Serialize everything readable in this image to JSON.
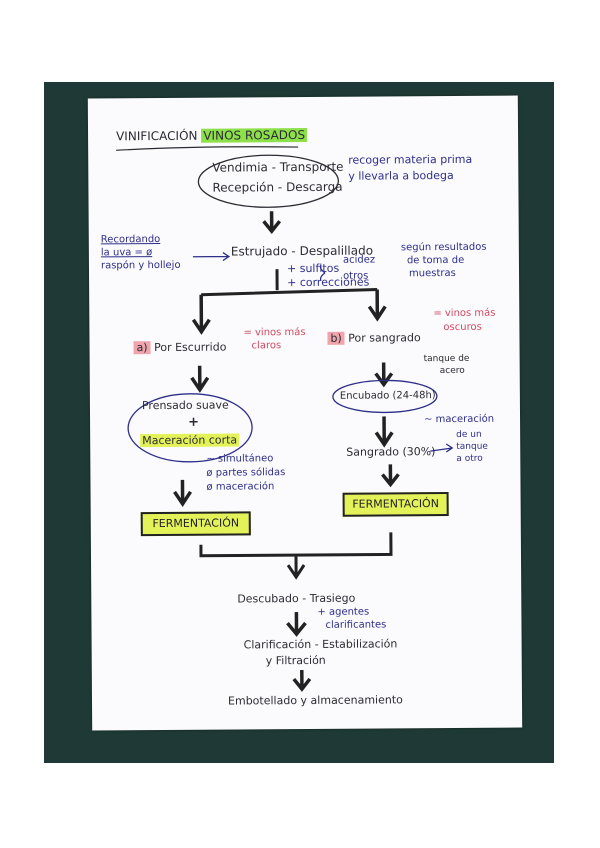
{
  "title": {
    "prefix": "VINIFICACIÓN",
    "highlight": "VINOS ROSADOS"
  },
  "top_oval": {
    "line1": "Vendimia - Transporte",
    "line2": "Recepción - Descarga"
  },
  "top_note": {
    "line1": "recoger materia prima",
    "line2": "y llevarla a bodega"
  },
  "left_note": {
    "line1": "Recordando",
    "line2": "la uva = ø",
    "line3": "raspón y hollejo"
  },
  "estrujado": "Estrujado - Despalillado",
  "additions": {
    "line1": "+ sulfitos",
    "line2": "+ correcciones"
  },
  "corrections": {
    "acidez": "acidez",
    "otros": "otros",
    "note1": "según resultados",
    "note2": "de toma de",
    "note3": "muestras"
  },
  "branch_a": {
    "letter": "a)",
    "label": "Por Escurrido",
    "note1": "= vinos más",
    "note2": "claros"
  },
  "branch_b": {
    "letter": "b)",
    "label": "Por sangrado",
    "note1": "= vinos más",
    "note2": "oscuros"
  },
  "left_oval": {
    "line1": "Prensado suave",
    "plus": "+",
    "line2": "Maceración corta"
  },
  "left_notes": {
    "line1": "~ simultáneo",
    "line2": "ø partes sólidas",
    "line3": "ø maceración"
  },
  "encubado": "Encubado (24-48h)",
  "tanque_note": {
    "line1": "tanque de",
    "line2": "acero"
  },
  "maceracion_note": "~ maceración",
  "sangrado": "Sangrado (30%)",
  "sangrado_note": {
    "line1": "de un",
    "line2": "tanque",
    "line3": "a otro"
  },
  "fermentacion_left": "FERMENTACIÓN",
  "fermentacion_right": "FERMENTACIÓN",
  "descubado": "Descubado - Trasiego",
  "agentes_note": {
    "line1": "+ agentes",
    "line2": "clarificantes"
  },
  "clarificacion": {
    "line1": "Clarificación - Estabilización",
    "line2": "y Filtración"
  },
  "embotellado": "Embotellado y almacenamiento",
  "colors": {
    "background": "#1f3a36",
    "paper": "#fbfbfd",
    "ink": "#2b2b33",
    "blue_ink": "#2f2f8a",
    "red_ink": "#d14a63",
    "green_highlight": "#8ee04a",
    "yellow_highlight": "#e4f25a",
    "pink_highlight": "#f0a5ad"
  }
}
